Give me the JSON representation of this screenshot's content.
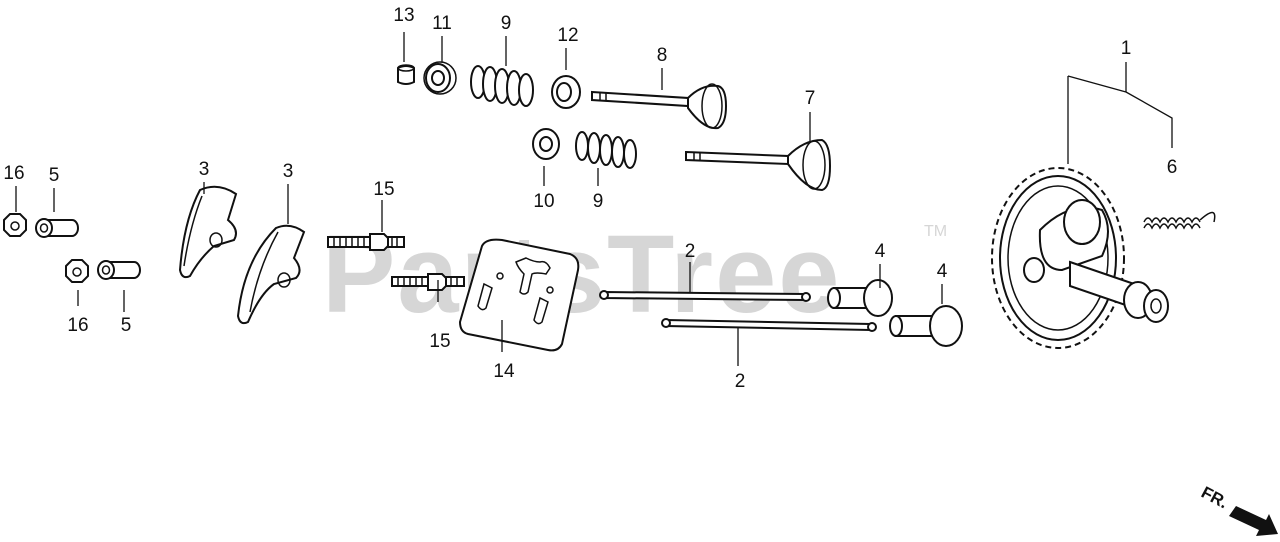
{
  "watermark": {
    "text": "PartsTree",
    "tm": "TM"
  },
  "direction_label": "FR.",
  "callouts": {
    "p1": "1",
    "p2a": "2",
    "p2b": "2",
    "p3a": "3",
    "p3b": "3",
    "p4a": "4",
    "p4b": "4",
    "p5a": "5",
    "p5b": "5",
    "p6": "6",
    "p7": "7",
    "p8": "8",
    "p9a": "9",
    "p9b": "9",
    "p10": "10",
    "p11": "11",
    "p12": "12",
    "p13": "13",
    "p14": "14",
    "p15a": "15",
    "p15b": "15",
    "p16a": "16",
    "p16b": "16"
  }
}
